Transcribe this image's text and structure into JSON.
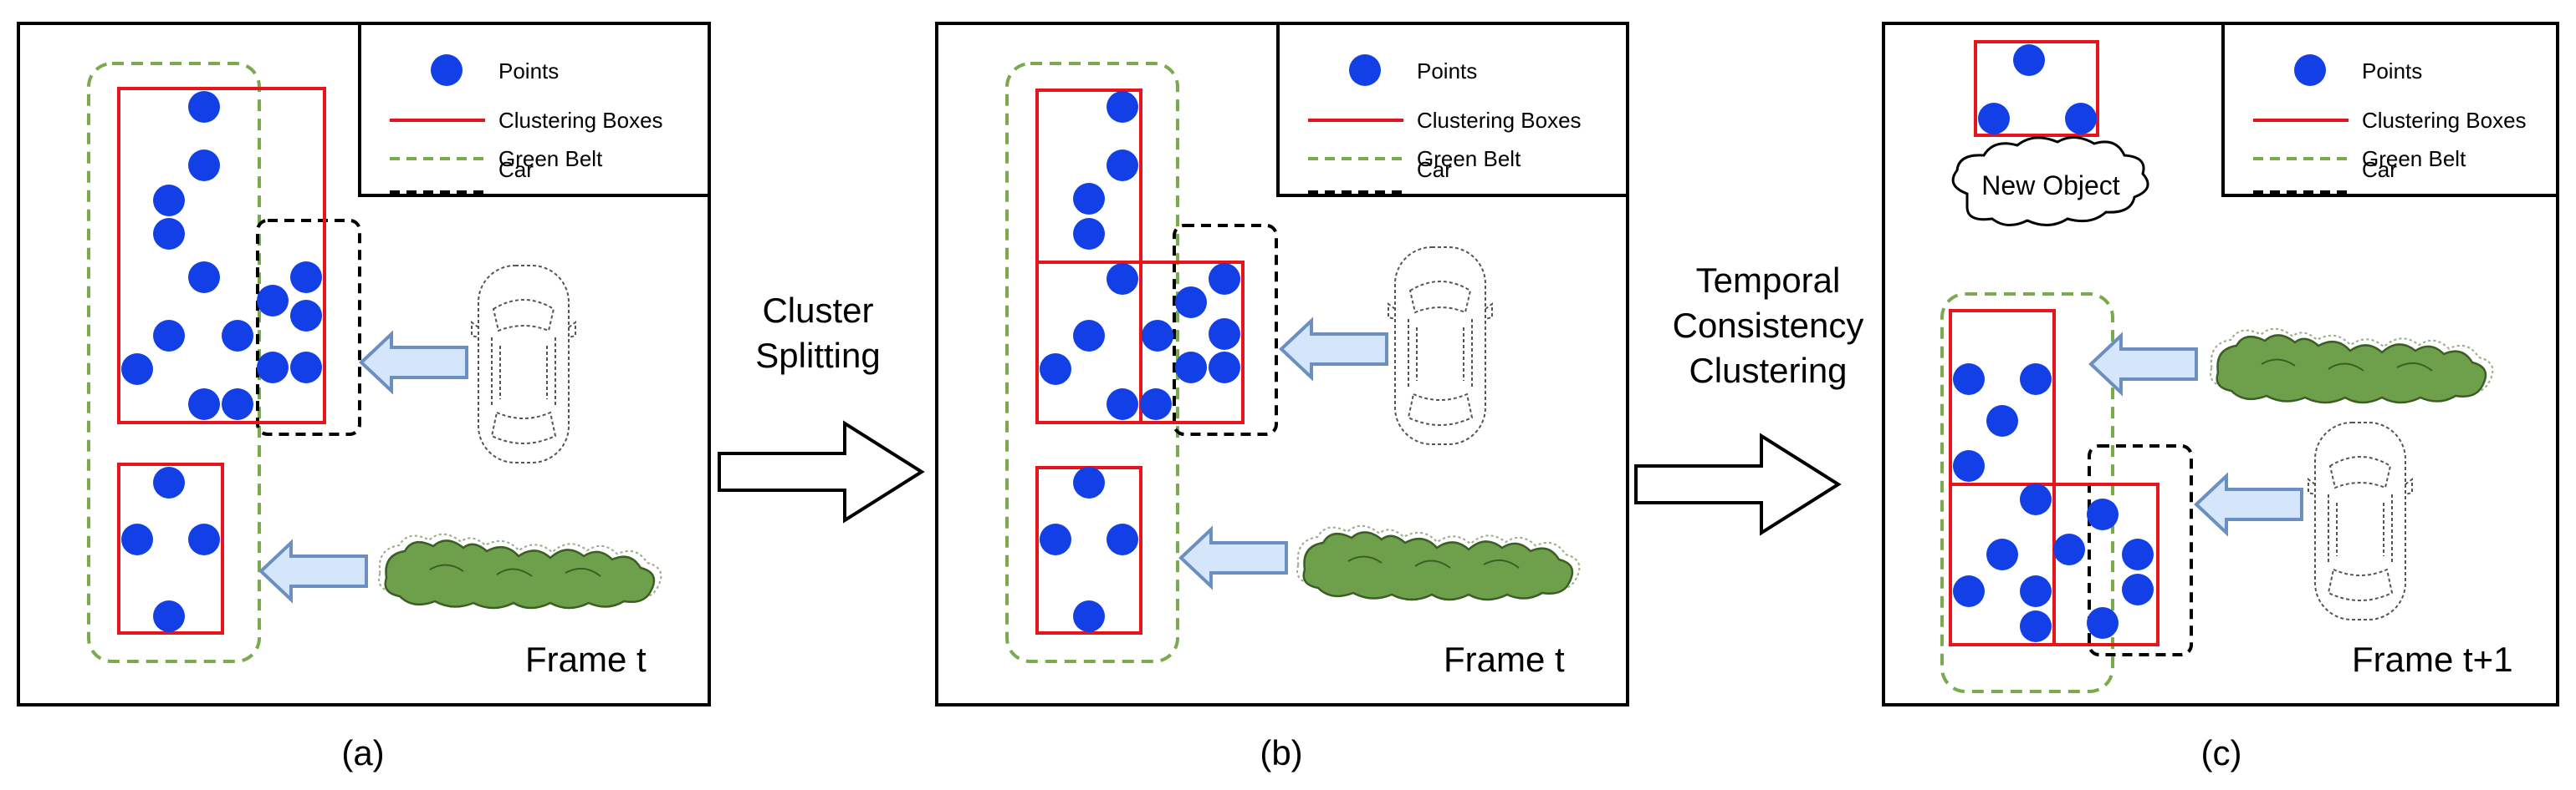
{
  "legend": {
    "points": "Points",
    "clustering_boxes": "Clustering Boxes",
    "green_belt": "Green Belt",
    "car": "Car"
  },
  "colors": {
    "point": "#1240e6",
    "cluster_box": "#e8141c",
    "green_belt": "#7aaa4e",
    "car_box": "#000000",
    "arrow_fill": "#d6e6fa",
    "arrow_stroke": "#6a8fc0",
    "bush_fill": "#6ea04c",
    "bush_stroke": "#3c5e26"
  },
  "panels": [
    {
      "id": "a",
      "frame_label": "Frame t",
      "caption": "(a)"
    },
    {
      "id": "b",
      "frame_label": "Frame t",
      "caption": "(b)"
    },
    {
      "id": "c",
      "frame_label": "Frame t+1",
      "caption": "(c)",
      "new_object_label": "New Object"
    }
  ],
  "transitions": [
    {
      "line1": "Cluster",
      "line2": "Splitting"
    },
    {
      "line1": "Temporal",
      "line2": "Consistency",
      "line3": "Clustering"
    }
  ]
}
